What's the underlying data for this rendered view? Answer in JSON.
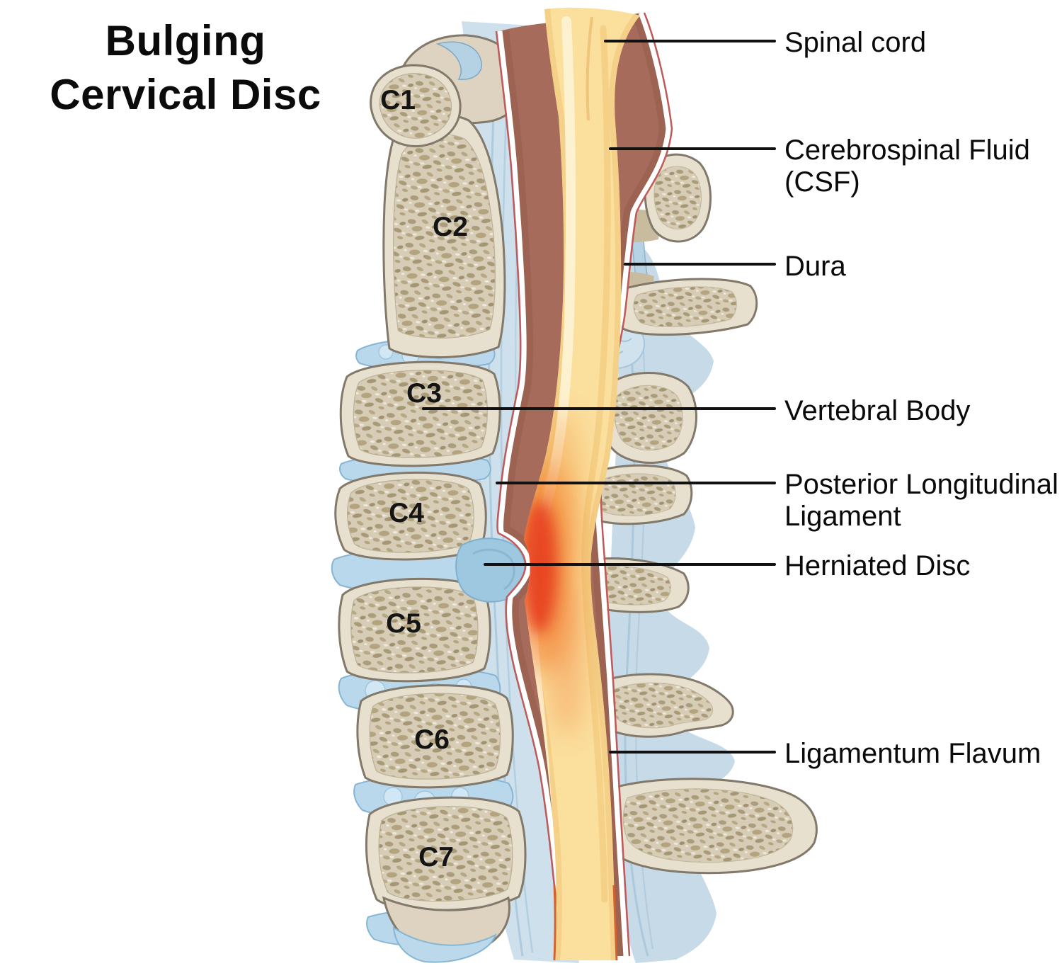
{
  "title": {
    "lines": [
      "Bulging",
      "Cervical Disc"
    ]
  },
  "vertebrae": {
    "labels": [
      "C1",
      "C2",
      "C3",
      "C4",
      "C5",
      "C6",
      "C7"
    ]
  },
  "annotations": [
    {
      "id": "spinal-cord",
      "lines": [
        "Spinal cord"
      ]
    },
    {
      "id": "cerebrospinal-fluid",
      "lines": [
        "Cerebrospinal Fluid",
        "(CSF)"
      ]
    },
    {
      "id": "dura",
      "lines": [
        "Dura"
      ]
    },
    {
      "id": "vertebral-body",
      "lines": [
        "Vertebral Body"
      ]
    },
    {
      "id": "posterior-longitudinal-ligament",
      "lines": [
        "Posterior Longitudinal",
        "Ligament"
      ]
    },
    {
      "id": "herniated-disc",
      "lines": [
        "Herniated Disc"
      ]
    },
    {
      "id": "ligamentum-flavum",
      "lines": [
        "Ligamentum Flavum"
      ]
    }
  ],
  "colors": {
    "background": "#ffffff",
    "bone_cancellous": "#d7cdb6",
    "bone_cortex": "#e7e0ce",
    "bone_outline": "#82796b",
    "disc_blue": "#b9d8ec",
    "ligament_blue": "#c6dae7",
    "dura_brown": "#a76b5c",
    "membrane_pink": "#c05a5a",
    "cord_yellow": "#fbdf9d",
    "cord_highlight": "#fdf2d2",
    "compression_red": "#e63c1c",
    "label_text": "#0a0a0a",
    "leader_line": "#111111"
  }
}
